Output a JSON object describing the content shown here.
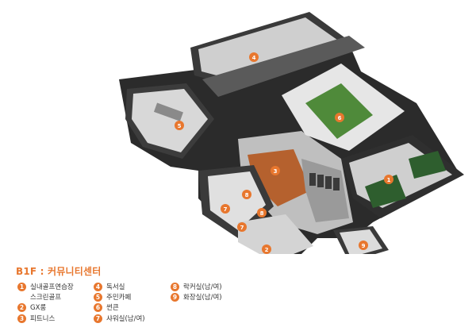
{
  "floor_label": "B1F : 커뮤니티센터",
  "legend": [
    {
      "num": "1",
      "label": "실내골프연습장",
      "sub": "스크린골프"
    },
    {
      "num": "2",
      "label": "GX룸"
    },
    {
      "num": "3",
      "label": "피트니스"
    },
    {
      "num": "4",
      "label": "독서실"
    },
    {
      "num": "5",
      "label": "주민카페"
    },
    {
      "num": "6",
      "label": "썬큰"
    },
    {
      "num": "7",
      "label": "샤워실(남/여)"
    },
    {
      "num": "8",
      "label": "락커실(남/여)"
    },
    {
      "num": "9",
      "label": "화장실(남/여)"
    }
  ],
  "markers": [
    {
      "num": "1"
    },
    {
      "num": "2"
    },
    {
      "num": "3"
    },
    {
      "num": "4"
    },
    {
      "num": "5"
    },
    {
      "num": "6"
    },
    {
      "num": "7"
    },
    {
      "num": "7"
    },
    {
      "num": "8"
    },
    {
      "num": "8"
    },
    {
      "num": "9"
    }
  ],
  "colors": {
    "accent": "#e8772e",
    "wall": "#2e2e2e",
    "floor": "#d9d9d9",
    "lawn": "#4f8a3a",
    "wood": "#b5612e"
  }
}
